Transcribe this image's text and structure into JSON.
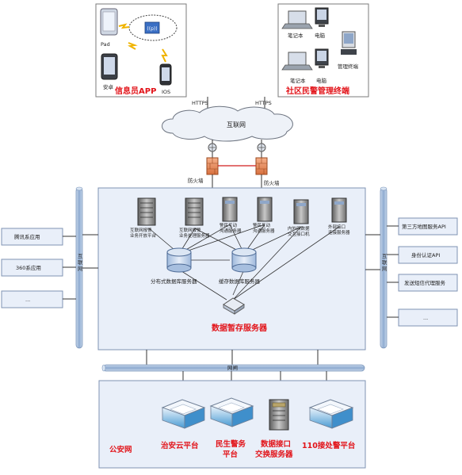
{
  "top_left": {
    "title": "信息员APP",
    "labels": [
      "Pad",
      "安卓",
      "IOS"
    ],
    "wifi": "((p))"
  },
  "top_right": {
    "title": "社区民警管理终端",
    "labels": [
      "笔记本",
      "电脑",
      "管理终端",
      "笔记本",
      "电脑"
    ]
  },
  "links": {
    "https_left": "HTTPS",
    "https_right": "HTTPS"
  },
  "internet": "互联网",
  "firewall": {
    "label_left": "防火墙",
    "label_right": "防火墙"
  },
  "left_bus": "互\n联\n网",
  "right_bus": "互\n联\n网",
  "left_apps": [
    "腾讯系应用",
    "360系应用",
    "..."
  ],
  "right_services": [
    "第三方地图服务API",
    "身份认证API",
    "发送短信代理服务",
    "..."
  ],
  "servers": [
    {
      "line1": "互联网报警",
      "line2": "业务开放平台"
    },
    {
      "line1": "互联网报警",
      "line2": "业务处理服务器"
    },
    {
      "line1": "警民互动",
      "line2": "沟通服务器"
    },
    {
      "line1": "警民互动",
      "line2": "沟通服务器"
    },
    {
      "line1": "内外网数据",
      "line2": "交互接口机"
    },
    {
      "line1": "外部接口",
      "line2": "连接服务器"
    }
  ],
  "databases": {
    "distributed": "分布式数据库服务器",
    "cache": "缓存数据库服务器"
  },
  "staging": "数据暂存服务器",
  "gateway": "网闸",
  "police_net": {
    "title": "公安网",
    "platforms": [
      {
        "line1": "治安云平台",
        "line2": ""
      },
      {
        "line1": "民生警务",
        "line2": "平台"
      },
      {
        "line1": "数据接口",
        "line2": "交换服务器"
      },
      {
        "line1": "110接处警平台",
        "line2": ""
      }
    ]
  },
  "colors": {
    "accent_red": "#e2141a",
    "bus_blue": "#9db7d6",
    "panel": "#e9eff9",
    "border": "#7f93b3"
  }
}
